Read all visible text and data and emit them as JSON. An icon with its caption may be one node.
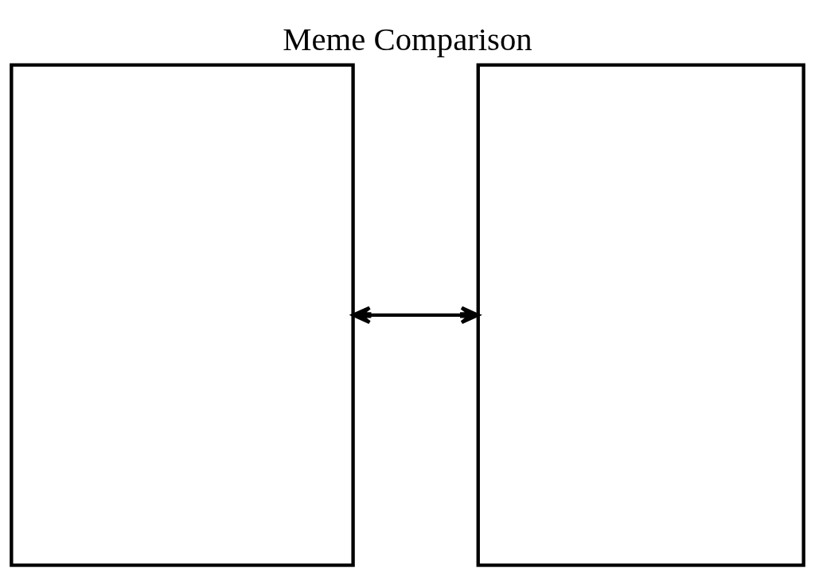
{
  "diagram": {
    "title": "Meme Comparison",
    "nodes": [
      {
        "text": [],
        "shape": "box"
      },
      {
        "text": [],
        "shape": "box"
      }
    ],
    "edges": [
      {
        "from": 0,
        "to": 1,
        "arrow": "both"
      }
    ]
  }
}
